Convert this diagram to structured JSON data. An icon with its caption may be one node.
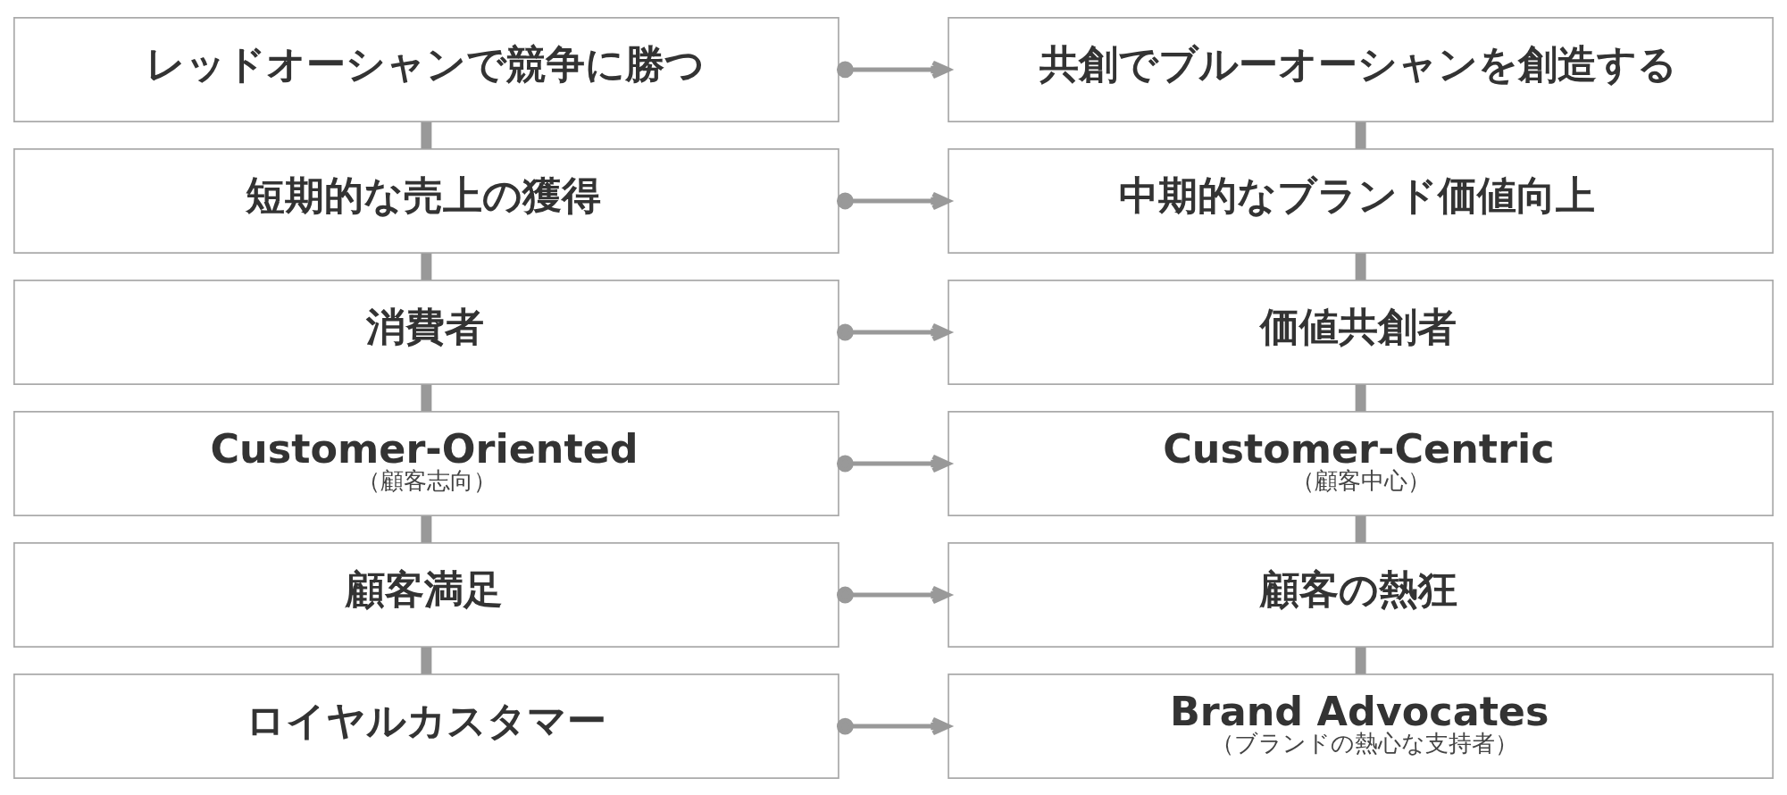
{
  "diagram": {
    "nodes": [
      {
        "text": [
          "レッドオーシャンで競争に勝つ"
        ]
      },
      {
        "text": [
          "共創でブルーオーシャンを創造する"
        ]
      },
      {
        "text": [
          "短期的な売上の獲得"
        ]
      },
      {
        "text": [
          "中期的なブランド価値向上"
        ]
      },
      {
        "text": [
          "消費者"
        ]
      },
      {
        "text": [
          "価値共創者"
        ]
      },
      {
        "text": [
          "Customer-Oriented",
          "（顧客志向）"
        ]
      },
      {
        "text": [
          "Customer-Centric",
          "（顧客中心）"
        ]
      },
      {
        "text": [
          "顧客満足"
        ]
      },
      {
        "text": [
          "顧客の熱狂"
        ]
      },
      {
        "text": [
          "ロイヤルカスタマー"
        ]
      },
      {
        "text": [
          "Brand Advocates",
          "（ブランドの熱心な支持者）"
        ]
      }
    ],
    "edges": [
      {
        "from": 0,
        "to": 1,
        "arrow": "to"
      },
      {
        "from": 0,
        "to": 2,
        "arrow": "none"
      },
      {
        "from": 1,
        "to": 3,
        "arrow": "none"
      },
      {
        "from": 2,
        "to": 3,
        "arrow": "to"
      },
      {
        "from": 2,
        "to": 4,
        "arrow": "none"
      },
      {
        "from": 3,
        "to": 5,
        "arrow": "none"
      },
      {
        "from": 4,
        "to": 5,
        "arrow": "to"
      },
      {
        "from": 4,
        "to": 6,
        "arrow": "none"
      },
      {
        "from": 5,
        "to": 7,
        "arrow": "none"
      },
      {
        "from": 6,
        "to": 7,
        "arrow": "to"
      },
      {
        "from": 6,
        "to": 8,
        "arrow": "none"
      },
      {
        "from": 7,
        "to": 9,
        "arrow": "none"
      },
      {
        "from": 8,
        "to": 9,
        "arrow": "to"
      },
      {
        "from": 8,
        "to": 10,
        "arrow": "none"
      },
      {
        "from": 9,
        "to": 11,
        "arrow": "none"
      },
      {
        "from": 10,
        "to": 11,
        "arrow": "to"
      }
    ]
  }
}
